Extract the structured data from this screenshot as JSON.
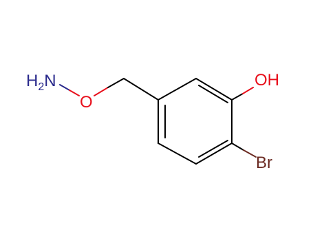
{
  "molecule": {
    "atoms": {
      "amine": {
        "main": "H",
        "sub": "2",
        "tail": "N",
        "color": "#2a2a8c"
      },
      "ether_oxygen": {
        "label": "O",
        "color": "#e8101c"
      },
      "hydroxyl": {
        "label": "OH",
        "color": "#e8101c"
      },
      "bromine": {
        "label": "Br",
        "color": "#6b2a22"
      }
    },
    "bond_color": "#000000"
  }
}
